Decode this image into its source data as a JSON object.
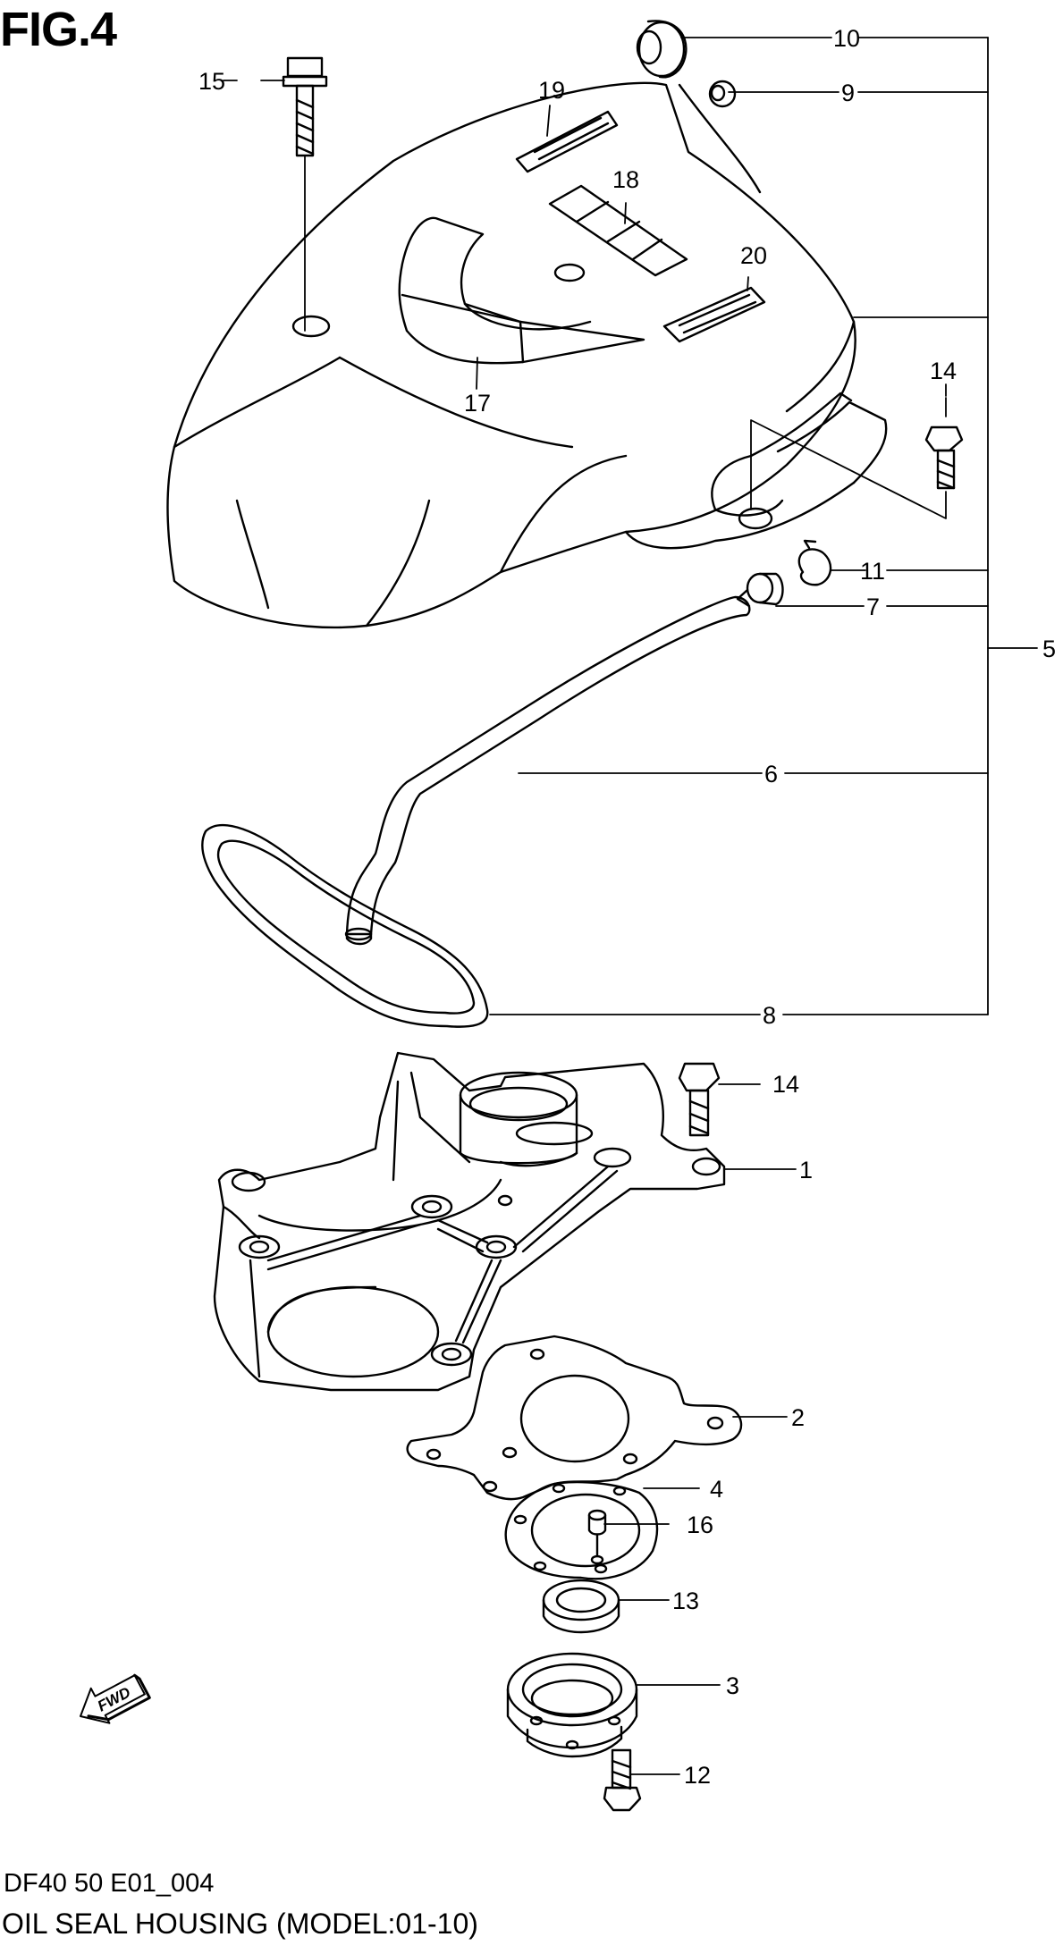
{
  "figure": {
    "title": "FIG.4",
    "code": "DF40 50 E01_004",
    "caption": "OIL SEAL HOUSING (MODEL:01-10)",
    "direction_badge": "FWD"
  },
  "callouts": [
    {
      "id": "c10",
      "label": "10"
    },
    {
      "id": "c9",
      "label": "9"
    },
    {
      "id": "c15",
      "label": "15"
    },
    {
      "id": "c19",
      "label": "19"
    },
    {
      "id": "c18",
      "label": "18"
    },
    {
      "id": "c20",
      "label": "20"
    },
    {
      "id": "c17",
      "label": "17"
    },
    {
      "id": "c14a",
      "label": "14"
    },
    {
      "id": "c11",
      "label": "11"
    },
    {
      "id": "c7",
      "label": "7"
    },
    {
      "id": "c5",
      "label": "5"
    },
    {
      "id": "c6",
      "label": "6"
    },
    {
      "id": "c8",
      "label": "8"
    },
    {
      "id": "c14b",
      "label": "14"
    },
    {
      "id": "c1",
      "label": "1"
    },
    {
      "id": "c2",
      "label": "2"
    },
    {
      "id": "c4",
      "label": "4"
    },
    {
      "id": "c16",
      "label": "16"
    },
    {
      "id": "c13",
      "label": "13"
    },
    {
      "id": "c3",
      "label": "3"
    },
    {
      "id": "c12",
      "label": "12"
    }
  ]
}
